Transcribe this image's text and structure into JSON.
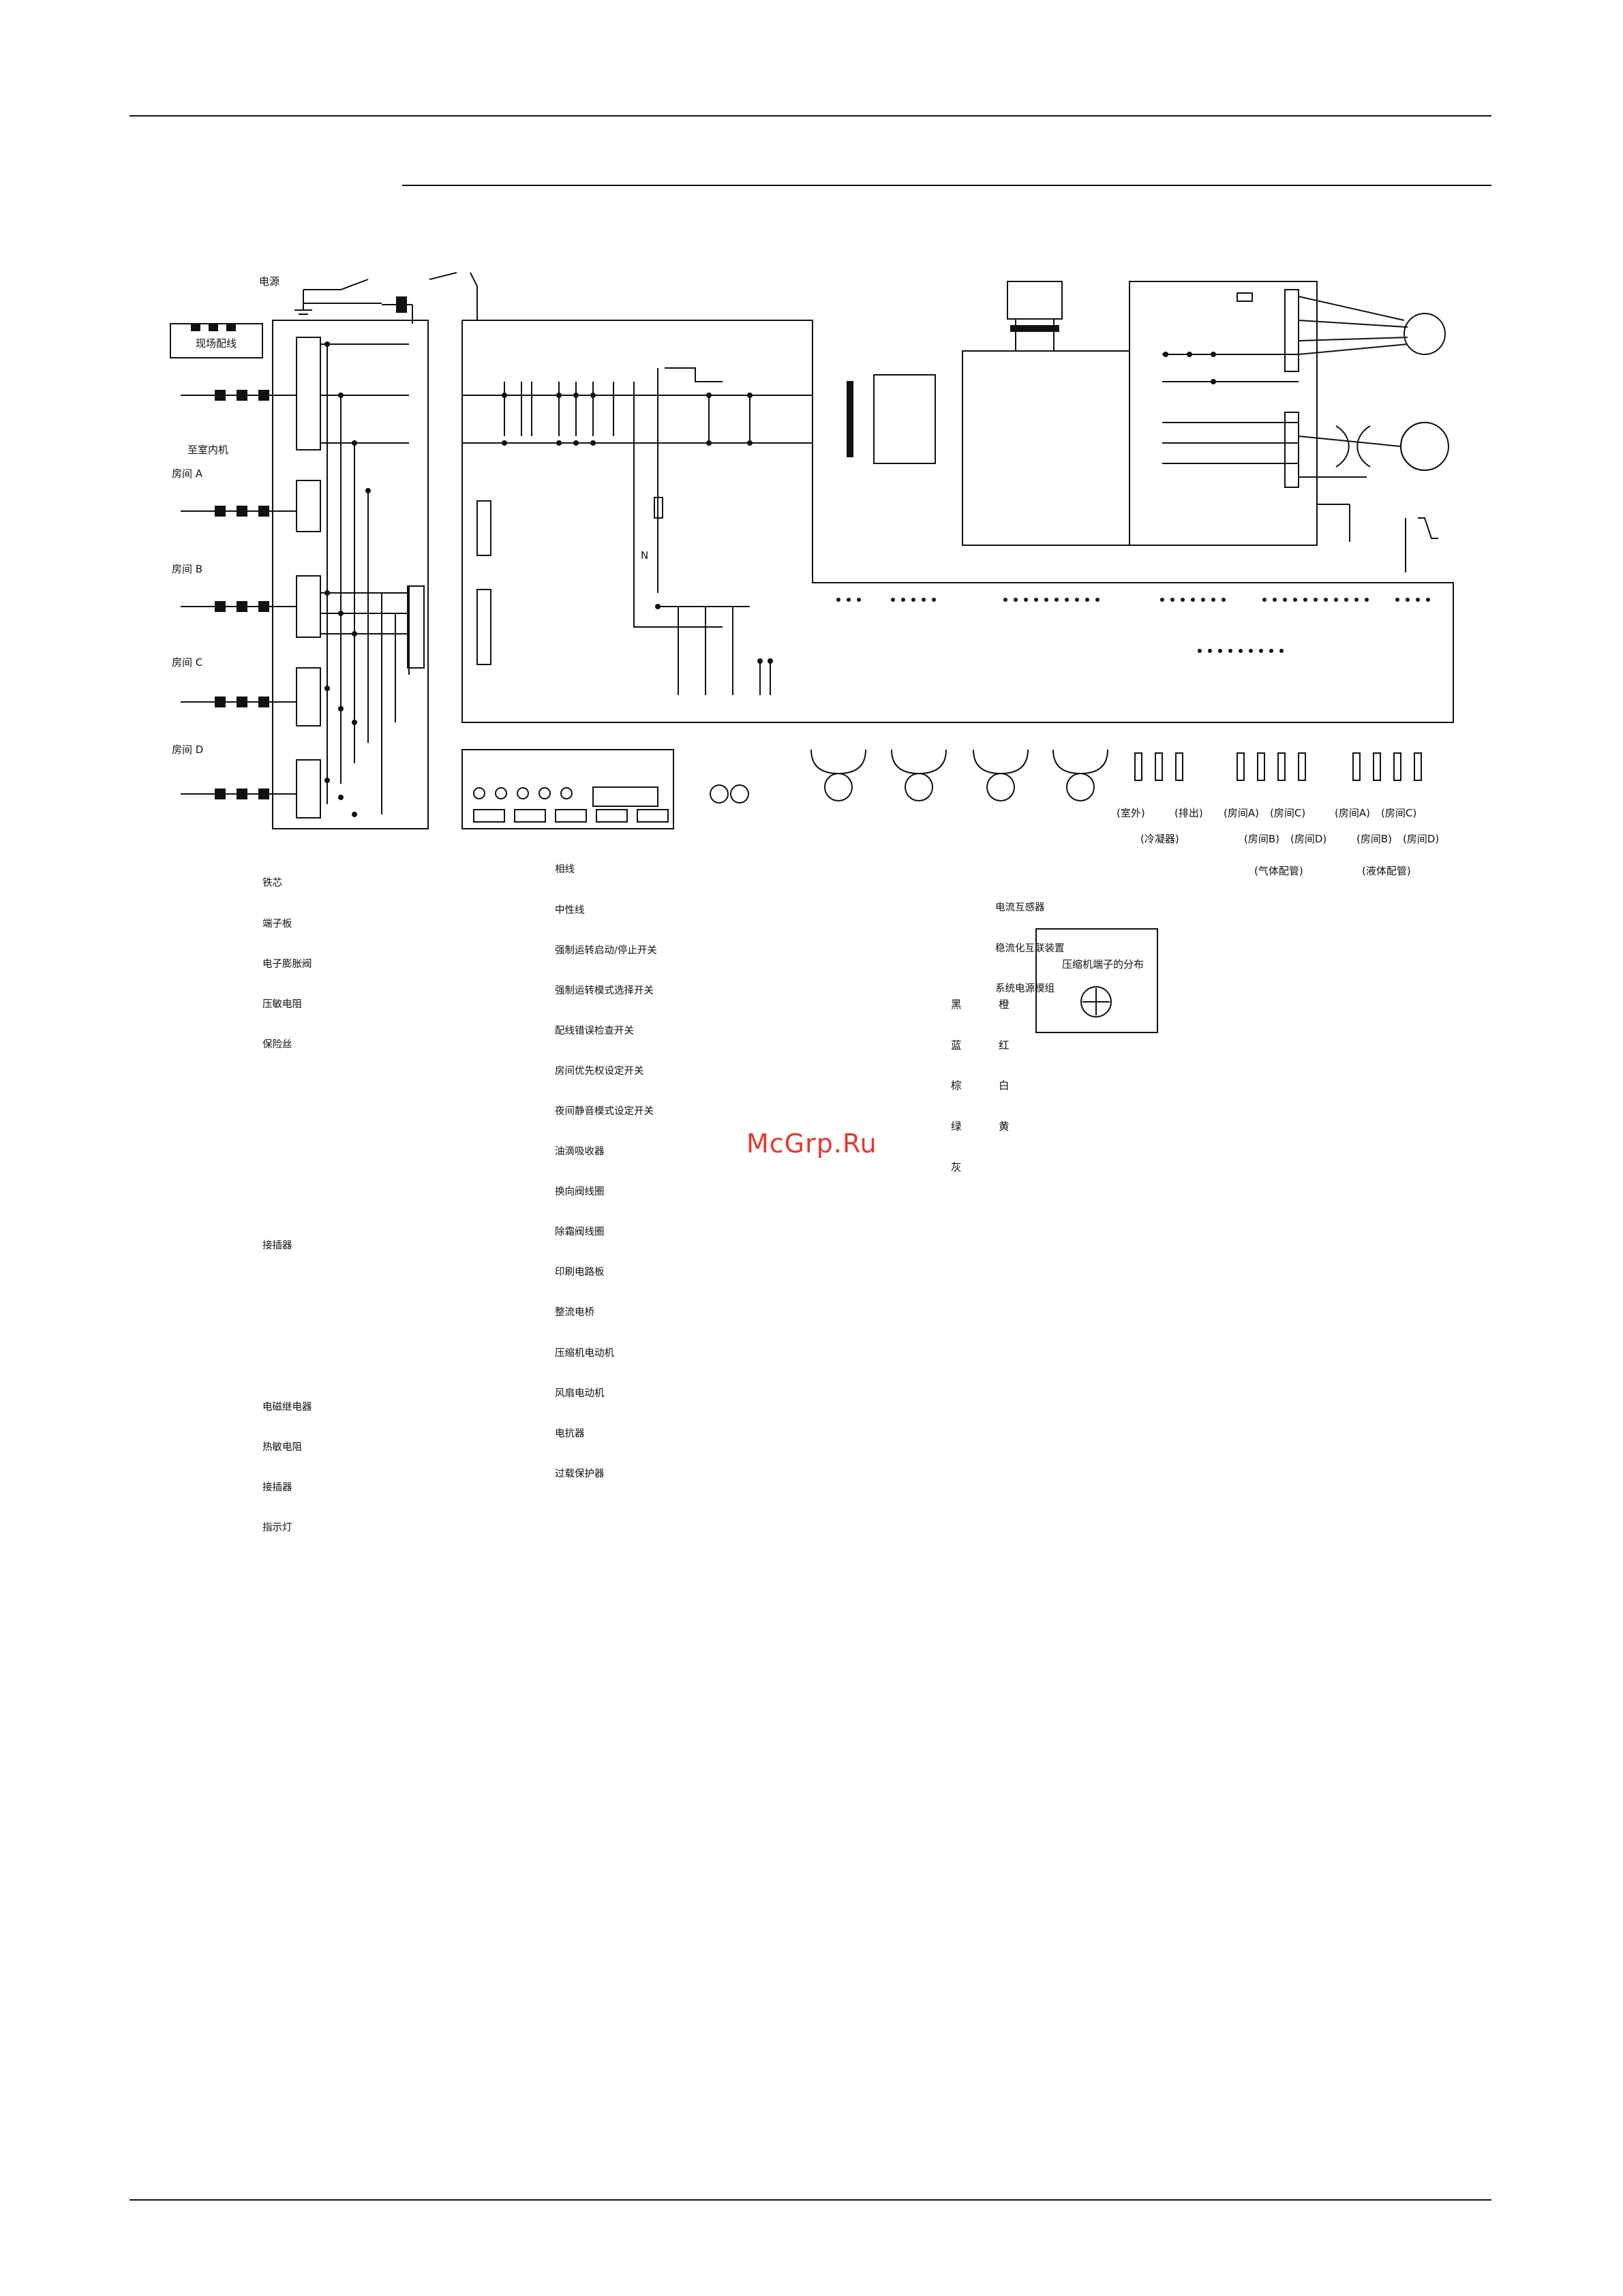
{
  "labels": {
    "power": "电源",
    "field_wiring": "现场配线",
    "to_indoor": "至室内机",
    "room_a": "房间 A",
    "room_b": "房间 B",
    "room_c": "房间 C",
    "room_d": "房间 D",
    "neutral": "N",
    "outdoor": "(室外)",
    "discharge": "(排出)",
    "condenser": "(冷凝器)",
    "room_a_gas": "(房间A)",
    "room_c_gas": "(房间C)",
    "room_b_gas": "(房间B)",
    "room_d_gas": "(房间D)",
    "gas_pipe": "(气体配管)",
    "room_a_liq": "(房间A)",
    "room_c_liq": "(房间C)",
    "room_b_liq": "(房间B)",
    "room_d_liq": "(房间D)",
    "liquid_pipe": "(液体配管)",
    "compressor_layout": "压缩机端子的分布"
  },
  "legend": {
    "left_col": [
      "铁芯",
      "端子板",
      "电子膨胀阀",
      "压敏电阻",
      "保险丝",
      "",
      "",
      "",
      "",
      "接插器",
      "",
      "",
      "",
      "电磁继电器",
      "热敏电阻",
      "接插器",
      "指示灯"
    ],
    "middle_col": [
      "相线",
      "中性线",
      "强制运转启动/停止开关",
      "强制运转模式选择开关",
      "配线错误检查开关",
      "房间优先权设定开关",
      "夜间静音模式设定开关",
      "油滴吸收器",
      "换向阀线圈",
      "除霜阀线圈",
      "印刷电路板",
      "整流电桥",
      "压缩机电动机",
      "风扇电动机",
      "电抗器",
      "过载保护器"
    ],
    "right_col": [
      "电流互感器",
      "稳流化互联装置",
      "系统电源模组"
    ]
  },
  "colors": {
    "col_a": [
      "黑",
      "蓝",
      "棕",
      "绿",
      "灰"
    ],
    "col_b": [
      "橙",
      "红",
      "白",
      "黄"
    ]
  },
  "watermark": "McGrp.Ru"
}
